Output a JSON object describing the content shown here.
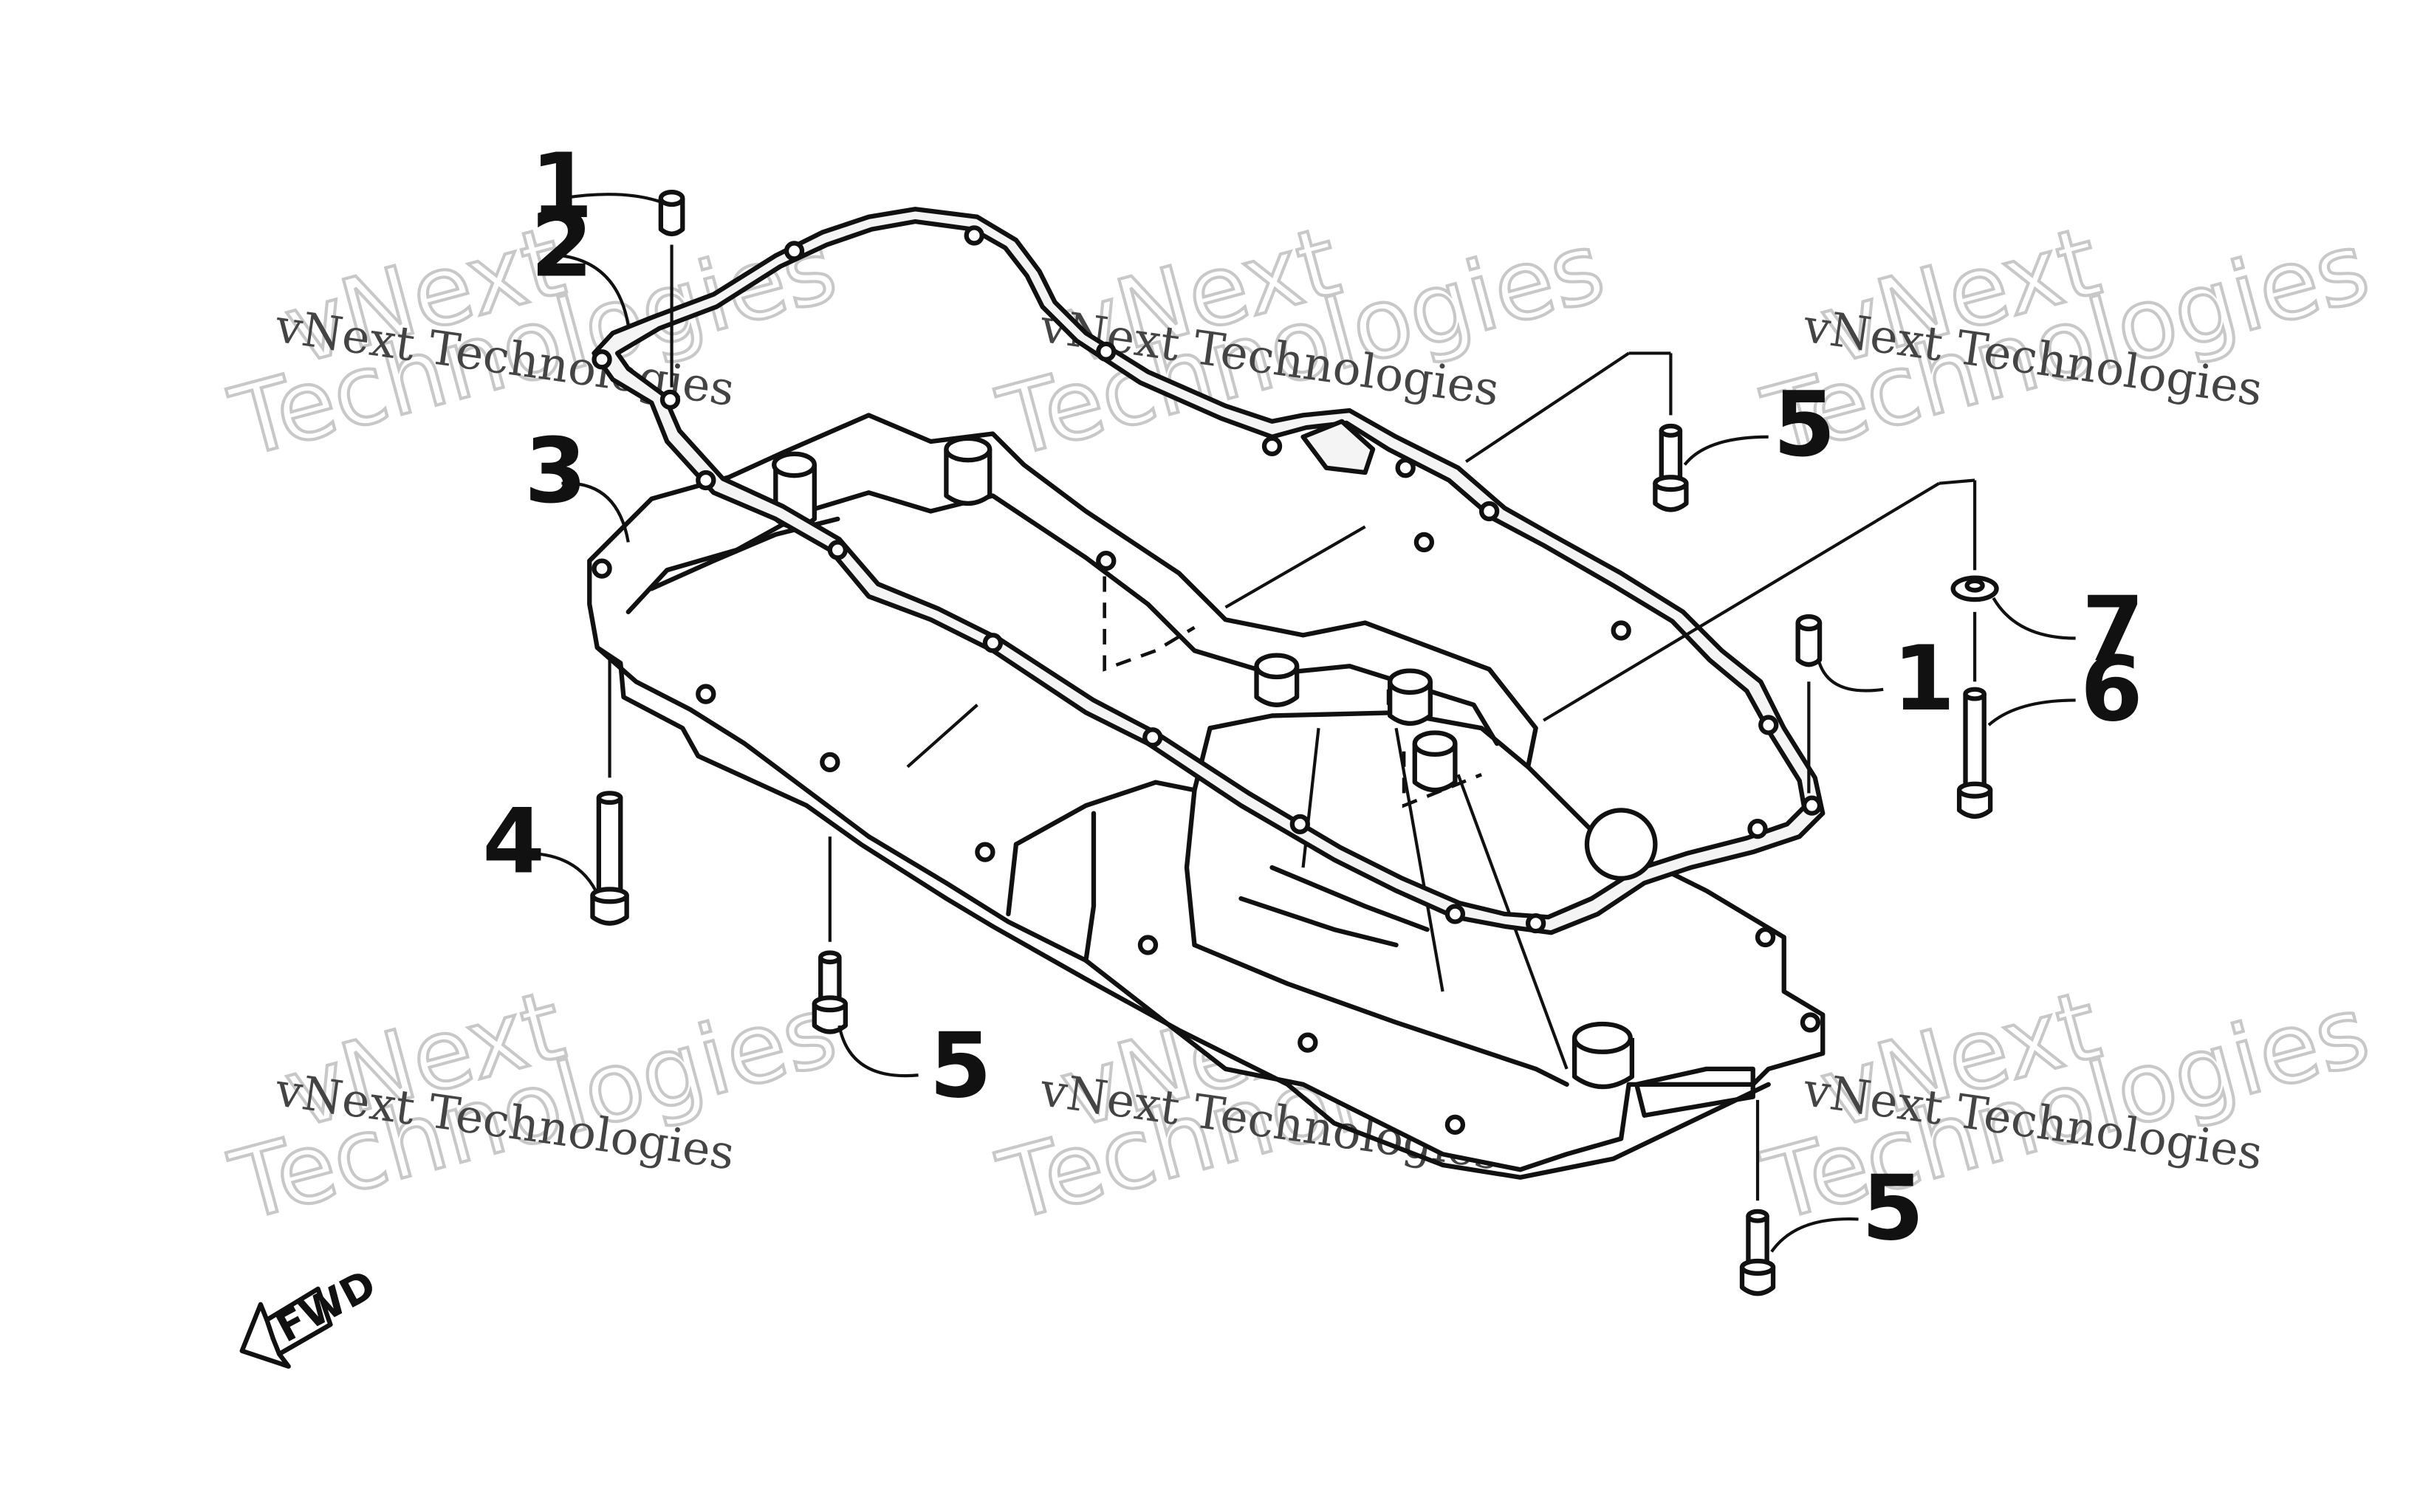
{
  "callouts": {
    "c1a": "1",
    "c2": "2",
    "c3": "3",
    "c4": "4",
    "c5a": "5",
    "c5b": "5",
    "c5c": "5",
    "c1b": "1",
    "c6": "6",
    "c7": "7"
  },
  "watermark": {
    "small": "vNext Technologies",
    "big_line1": "vNext",
    "big_line2": "Technologies"
  },
  "fwd_label": "FWD"
}
